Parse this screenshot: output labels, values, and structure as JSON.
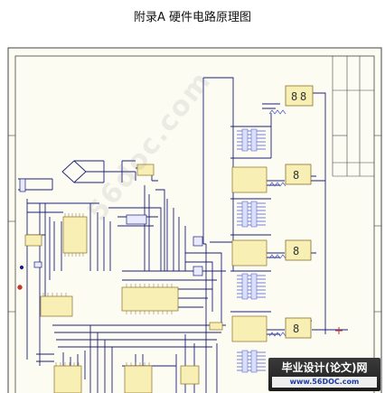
{
  "document": {
    "title": "附录A  硬件电路原理图"
  },
  "watermark": {
    "text": "56doc.com"
  },
  "badge": {
    "title": "毕业设计(论文)网",
    "url": "www.56DOC.com"
  },
  "colors": {
    "wire": "#1b1f7a",
    "chip_fill": "#f7efb4",
    "chip_border": "#8a6f2a",
    "resistor": "#4a58c8",
    "frame": "#444444",
    "sheet": "#fdfcf3",
    "red_mark": "#c0392b"
  }
}
